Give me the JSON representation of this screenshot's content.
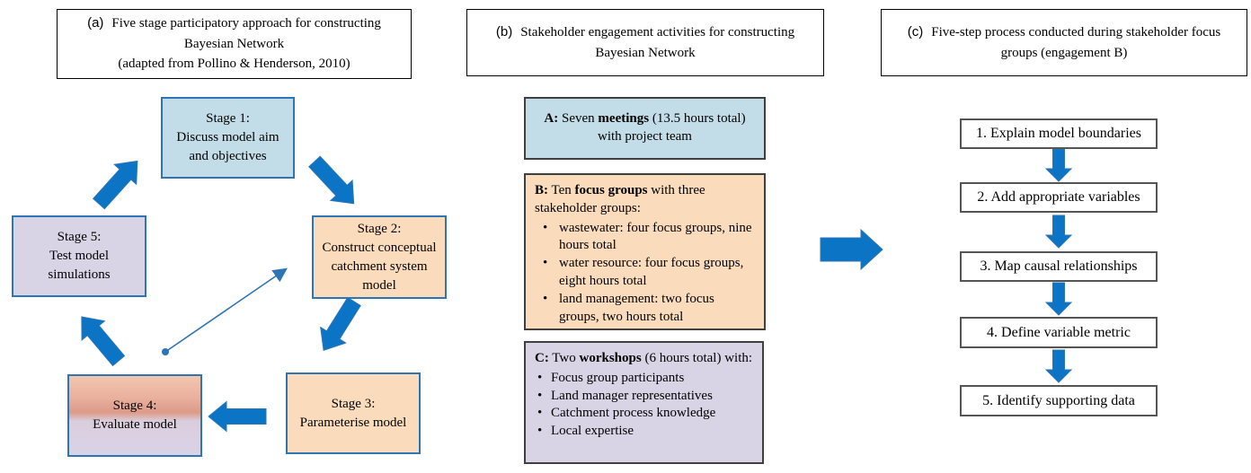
{
  "panel_a": {
    "header": {
      "label": "(a)",
      "title": "Five stage participatory approach for constructing Bayesian Network",
      "subtitle": "(adapted from Pollino & Henderson, 2010)"
    },
    "stages": [
      {
        "title": "Stage 1:",
        "desc": "Discuss model aim and objectives"
      },
      {
        "title": "Stage 2:",
        "desc": "Construct conceptual catchment system model"
      },
      {
        "title": "Stage 3:",
        "desc": "Parameterise model"
      },
      {
        "title": "Stage 4:",
        "desc": "Evaluate model"
      },
      {
        "title": "Stage 5:",
        "desc": "Test model simulations"
      }
    ]
  },
  "panel_b": {
    "header": {
      "label": "(b)",
      "title": "Stakeholder engagement activities for  constructing Bayesian Network"
    },
    "box_a": {
      "b1": "A:",
      "t1": " Seven ",
      "b2": "meetings",
      "t2": " (13.5 hours total) with project team"
    },
    "box_b": {
      "b1": "B:",
      "t1": " Ten ",
      "b2": "focus groups",
      "t2": " with three stakeholder groups:",
      "bullets": [
        "wastewater: four focus groups, nine hours total",
        "water resource: four focus groups, eight hours total",
        "land management: two focus groups, two hours total"
      ]
    },
    "box_c": {
      "b1": "C:",
      "t1": " Two ",
      "b2": "workshops",
      "t2": " (6 hours total) with:",
      "bullets": [
        "Focus group participants",
        "Land manager representatives",
        "Catchment process knowledge",
        "Local expertise"
      ]
    }
  },
  "panel_c": {
    "header": {
      "label": "(c)",
      "title": "Five-step process conducted during stakeholder focus groups (engagement B)"
    },
    "steps": [
      "1. Explain model boundaries",
      "2. Add appropriate variables",
      "3. Map causal relationships",
      "4. Define variable metric",
      "5. Identify supporting data"
    ]
  },
  "colors": {
    "arrow_blue": "#0b74c4",
    "stage_border_blue": "#2e75b6",
    "light_blue_fill": "#c3dde8",
    "peach_fill": "#fadcbc",
    "lavender_fill": "#d9d3e6",
    "salmon_gradient_top": "#dd9a89"
  }
}
